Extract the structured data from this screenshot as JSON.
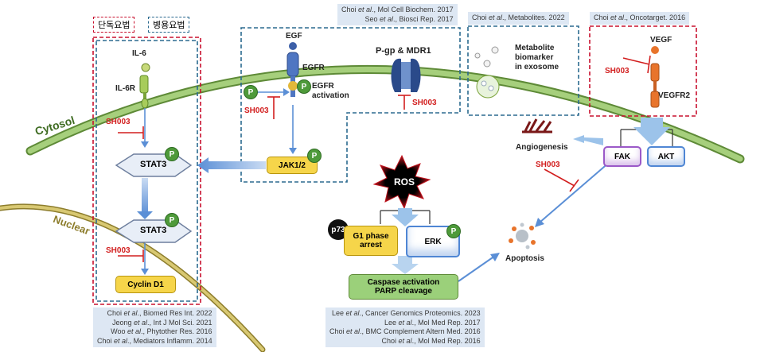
{
  "legend": {
    "monotherapy": "단독요법",
    "combination": "병용요법"
  },
  "regions": {
    "cytosol": "Cytosol",
    "nuclear": "Nuclear"
  },
  "left_pathway": {
    "ligand": "IL-6",
    "receptor": "IL-6R",
    "drug": "SH003",
    "stat3_top": "STAT3",
    "stat3_bottom": "STAT3",
    "drug2": "SH003",
    "target": "Cyclin D1"
  },
  "egfr_module": {
    "ligand": "EGF",
    "receptor": "EGFR",
    "activation": "EGFR\nactivation",
    "drug": "SH003",
    "kinase": "JAK1/2"
  },
  "pgp_module": {
    "transporter": "P-gp & MDR1",
    "drug": "SH003"
  },
  "metabolite_module": {
    "label": "Metabolite\nbiomarker\nin exosome"
  },
  "vegf_module": {
    "ligand": "VEGF",
    "receptor": "VEGFR2",
    "drug": "SH003"
  },
  "right_pathway": {
    "angiogenesis": "Angiogenesis",
    "fak": "FAK",
    "akt": "AKT",
    "drug": "SH003",
    "apoptosis": "Apoptosis"
  },
  "ros_module": {
    "ros": "ROS",
    "p73": "p73",
    "g1": "G1 phase\narrest",
    "erk": "ERK",
    "caspase": "Caspase activation\nPARP cleavage"
  },
  "badge_label": "P",
  "references": {
    "egfr": [
      {
        "pre": "Choi ",
        "etal": "et al",
        "post": "., Mol Cell Biochem. 2017"
      },
      {
        "pre": "Seo ",
        "etal": "et al",
        "post": "., Biosci Rep. 2017"
      }
    ],
    "metabolite": [
      {
        "pre": "Choi ",
        "etal": "et al",
        "post": "., Metabolites. 2022"
      }
    ],
    "vegf": [
      {
        "pre": "Choi ",
        "etal": "et al",
        "post": "., Oncotarget. 2016"
      }
    ],
    "left": [
      {
        "pre": "Choi ",
        "etal": "et al",
        "post": "., Biomed Res Int. 2022"
      },
      {
        "pre": "Jeong ",
        "etal": "et al",
        "post": "., Int J Mol Sci. 2021"
      },
      {
        "pre": "Woo ",
        "etal": "et al",
        "post": "., Phytother Res. 2016"
      },
      {
        "pre": "Choi ",
        "etal": "et al",
        "post": "., Mediators Inflamm. 2014"
      }
    ],
    "ros": [
      {
        "pre": "Lee ",
        "etal": "et al",
        "post": "., Cancer Genomics Proteomics. 2023"
      },
      {
        "pre": "Lee ",
        "etal": "et al",
        "post": "., Mol Med Rep. 2017"
      },
      {
        "pre": "Choi ",
        "etal": "et al",
        "post": "., BMC Complement Altern Med. 2016"
      },
      {
        "pre": "Choi ",
        "etal": "et al",
        "post": "., Mol Med Rep. 2016"
      }
    ]
  },
  "colors": {
    "drug_red": "#d21e1e",
    "dashed_blue": "#2b6a8f",
    "dashed_red": "#c8102e",
    "membrane_green": "#8bb65c",
    "nuclear_olive": "#b3a24a",
    "badge_green": "#4e9a3a",
    "yellow_box": "#f6d54a",
    "purple_box": "#9b59c8",
    "blue_box": "#4f86d4",
    "green_box": "#9bd07a"
  }
}
